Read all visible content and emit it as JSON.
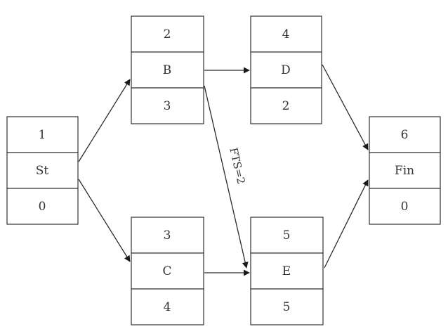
{
  "nodes": [
    {
      "id": "st",
      "top": "1",
      "name": "St",
      "bottom": "0"
    },
    {
      "id": "b",
      "top": "2",
      "name": "B",
      "bottom": "3"
    },
    {
      "id": "c",
      "top": "3",
      "name": "C",
      "bottom": "4"
    },
    {
      "id": "d",
      "top": "4",
      "name": "D",
      "bottom": "2"
    },
    {
      "id": "e",
      "top": "5",
      "name": "E",
      "bottom": "5"
    },
    {
      "id": "fin",
      "top": "6",
      "name": "Fin",
      "bottom": "0"
    }
  ],
  "edges": [
    {
      "from": "st",
      "to": "b",
      "label": ""
    },
    {
      "from": "st",
      "to": "c",
      "label": ""
    },
    {
      "from": "b",
      "to": "d",
      "label": ""
    },
    {
      "from": "b",
      "to": "e",
      "label": "FTS=2"
    },
    {
      "from": "c",
      "to": "e",
      "label": ""
    },
    {
      "from": "d",
      "to": "fin",
      "label": ""
    },
    {
      "from": "e",
      "to": "fin",
      "label": ""
    }
  ]
}
